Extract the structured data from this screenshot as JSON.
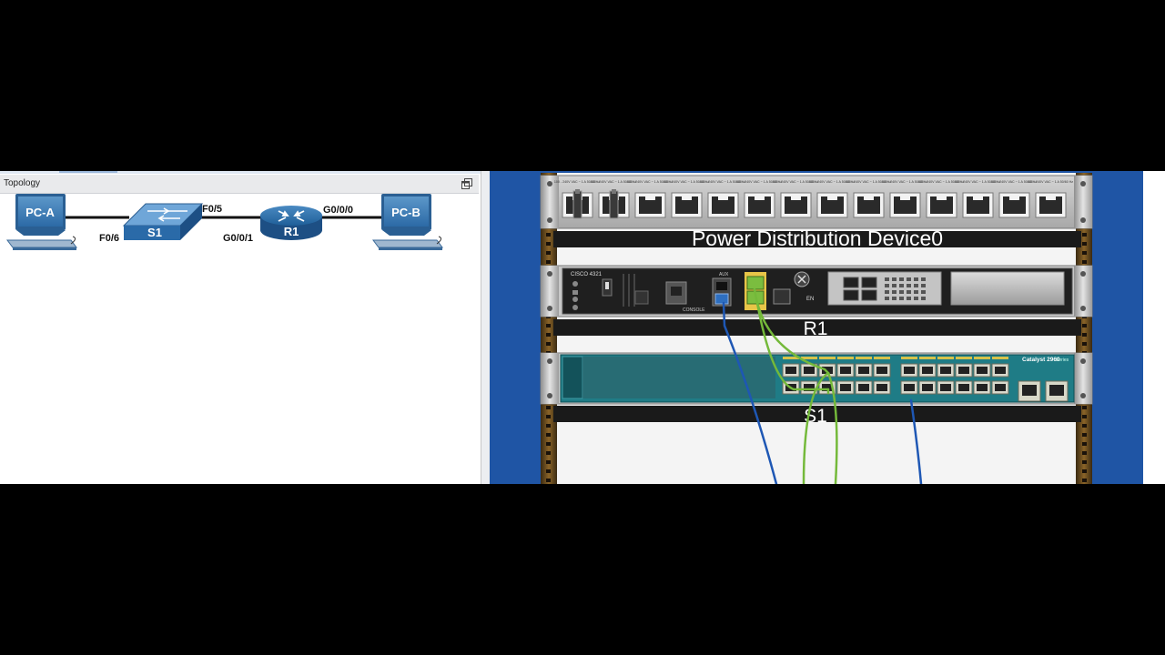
{
  "topology": {
    "title": "Topology",
    "devices": {
      "pc_a": "PC-A",
      "s1": "S1",
      "r1": "R1",
      "pc_b": "PC-B"
    },
    "ports": {
      "s1_f06": "F0/6",
      "s1_f05": "F0/5",
      "r1_g001": "G0/0/1",
      "r1_g000": "G0/0/0"
    }
  },
  "rack": {
    "pdu_label": "Power Distribution Device0",
    "pdu_outlet_text": "100 - 240V VAC ~ 1 A 50/60 Hz",
    "r1_label": "R1",
    "r1_model": "CISCO 4321",
    "s1_label": "S1",
    "s1_model": "Catalyst 2960",
    "s1_series": "Series",
    "r1_aux": "AUX",
    "r1_console": "CONSOLE",
    "r1_en": "EN"
  },
  "colors": {
    "rack_blue": "#1f55a5",
    "cable_blue": "#1e57b4",
    "cable_green": "#74b93a",
    "device_blue": "#2a6aa8"
  }
}
